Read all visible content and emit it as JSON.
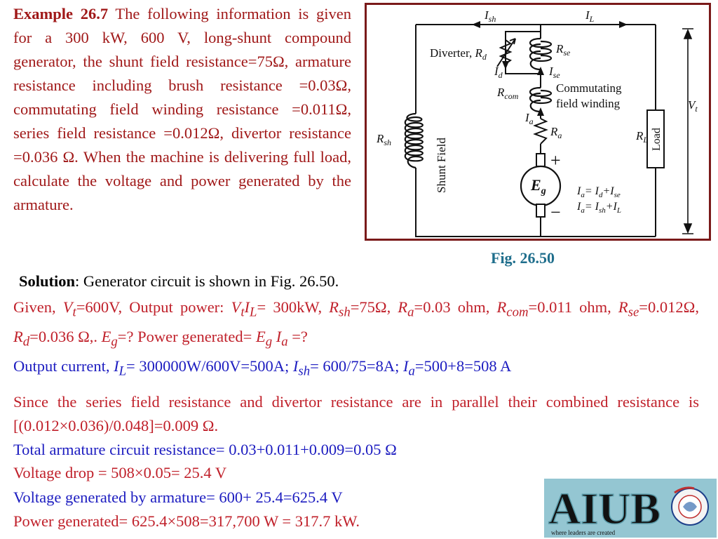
{
  "example": {
    "heading": "Example 26.7",
    "body": " The following information is given for a 300 kW, 600 V, long-shunt compound generator, the shunt field resistance=75Ω, armature resistance including brush resistance =0.03Ω, commutating field winding resistance =0.011Ω, series field resistance =0.012Ω, divertor resistance =0.036 Ω. When the machine is delivering full load, calculate the voltage and power generated by the armature."
  },
  "diagram": {
    "labels": {
      "ish_main": "I",
      "ish_sub": "sh",
      "il_main": "I",
      "il_sub": "L",
      "diverter": "Diverter, ",
      "rd_main": "R",
      "rd_sub": "d",
      "rse_main": "R",
      "rse_sub": "se",
      "id_main": "I",
      "id_sub": "d",
      "ise_main": "I",
      "ise_sub": "se",
      "rcom_main": "R",
      "rcom_sub": "com",
      "commutating1": "Commutating",
      "commutating2": "field winding",
      "ia_main": "I",
      "ia_sub": "a",
      "ra_main": "R",
      "ra_sub": "a",
      "rsh_main": "R",
      "rsh_sub": "sh",
      "shunt_field": "Shunt Field",
      "rl_main": "R",
      "rl_sub": "L",
      "load": "Load",
      "vt_main": "V",
      "vt_sub": "t",
      "plus": "+",
      "minus": "−",
      "eg_main": "E",
      "eg_sub": "g",
      "eq1_a": "I",
      "eq1_asub": "a",
      "eq1_eq": "= ",
      "eq1_b": "I",
      "eq1_bsub": "d",
      "eq1_plus": "+",
      "eq1_c": "I",
      "eq1_csub": "se",
      "eq2_a": "I",
      "eq2_asub": "a",
      "eq2_eq": "= ",
      "eq2_b": "I",
      "eq2_bsub": "sh",
      "eq2_plus": "+",
      "eq2_c": "I",
      "eq2_csub": "L"
    }
  },
  "figure_caption": "Fig. 26.50",
  "solution": {
    "label": "Solution",
    "text": ": Generator circuit is shown in Fig. 26.50."
  },
  "given": {
    "p1": "Given, ",
    "vt": "V",
    "vt_sub": "t",
    "p2": "=600V, Output power: ",
    "vt2": "V",
    "vt2_sub": "t",
    "il": "I",
    "il_sub": "L",
    "p3": "= 300kW, ",
    "rsh": "R",
    "rsh_sub": "sh",
    "p4": "=75Ω, ",
    "ra": "R",
    "ra_sub": "a",
    "p5": "=0.03 ohm, ",
    "rcom": "R",
    "rcom_sub": "com",
    "p6": "=0.011 ohm, ",
    "rse": "R",
    "rse_sub": "se",
    "p7": "=0.012Ω, ",
    "rd": "R",
    "rd_sub": "d",
    "p8": "=0.036 Ω,. ",
    "eg": "E",
    "eg_sub": "g",
    "p9": "=? Power generated= ",
    "eg2": "E",
    "eg2_sub": "g",
    "sp": " ",
    "ia": "I",
    "ia_sub": "a",
    "p10": " =?"
  },
  "output_current": {
    "p1": "Output current, ",
    "il": "I",
    "il_sub": "L",
    "p2": "= 300000W/600V=500A;   ",
    "ish": "I",
    "ish_sub": "sh",
    "p3": "= 600/75=8A;   ",
    "ia": "I",
    "ia_sub": "a",
    "p4": "=500+8=508 A"
  },
  "since": "Since the series field resistance and divertor resistance are in parallel their combined resistance is [(0.012×0.036)/0.048]=0.009 Ω.",
  "total_resistance": "Total armature circuit resistance= 0.03+0.011+0.009=0.05 Ω",
  "voltage_drop": "Voltage drop = 508×0.05= 25.4 V",
  "voltage_generated": "Voltage generated by armature= 600+ 25.4=625.4 V",
  "power_generated": "Power generated= 625.4×508=317,700 W = 317.7 kW.",
  "logo": {
    "text": "AIUB",
    "tagline": "where leaders are created"
  }
}
